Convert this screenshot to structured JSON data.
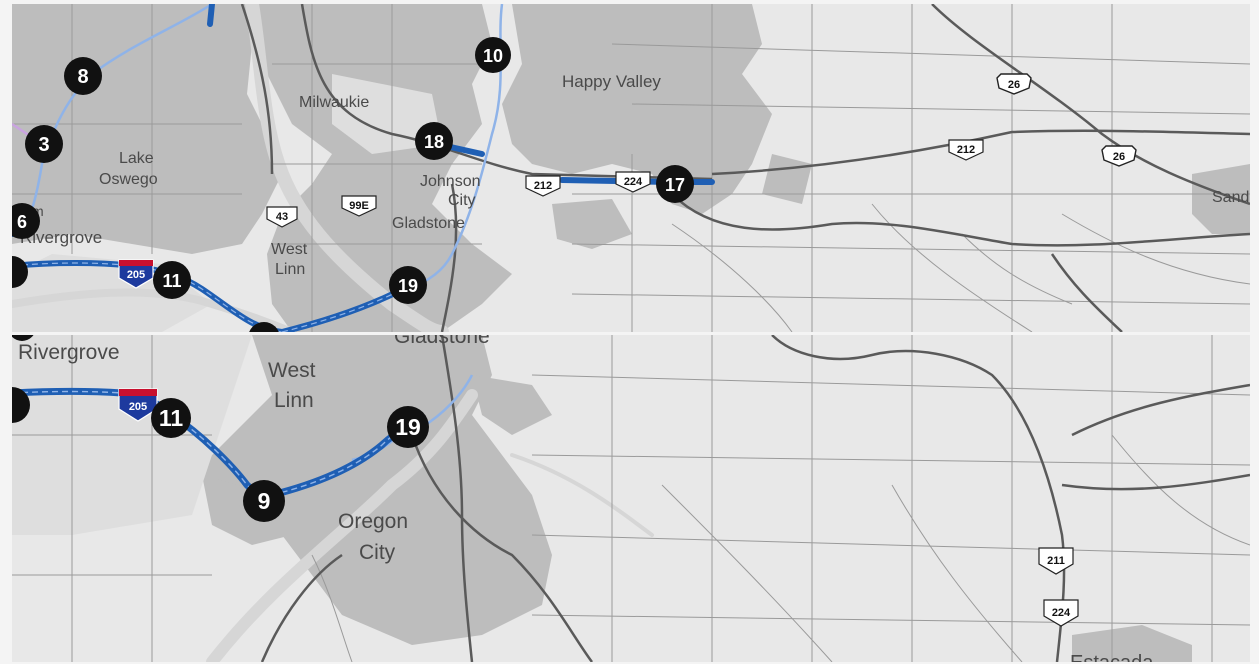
{
  "top_panel": {
    "places": [
      {
        "id": "happy-valley",
        "label": "Happy Valley"
      },
      {
        "id": "milwaukie",
        "label": "Milwaukie"
      },
      {
        "id": "lake",
        "label": "Lake"
      },
      {
        "id": "oswego",
        "label": "Oswego"
      },
      {
        "id": "johnson",
        "label": "Johnson"
      },
      {
        "id": "city-jc",
        "label": "City"
      },
      {
        "id": "gladstone",
        "label": "Gladstone"
      },
      {
        "id": "west",
        "label": "West"
      },
      {
        "id": "linn",
        "label": "Linn"
      },
      {
        "id": "rivergrove",
        "label": "Rivergrove"
      },
      {
        "id": "sand",
        "label": "Sand"
      },
      {
        "id": "m-partial",
        "label": "m"
      }
    ],
    "markers": [
      {
        "id": "8",
        "label": "8"
      },
      {
        "id": "10",
        "label": "10"
      },
      {
        "id": "3",
        "label": "3"
      },
      {
        "id": "18",
        "label": "18"
      },
      {
        "id": "17",
        "label": "17"
      },
      {
        "id": "6",
        "label": "6"
      },
      {
        "id": "11",
        "label": "11"
      },
      {
        "id": "19",
        "label": "19"
      }
    ],
    "shields": [
      {
        "id": "us-26-a",
        "label": "26",
        "kind": "us"
      },
      {
        "id": "us-26-b",
        "label": "26",
        "kind": "us"
      },
      {
        "id": "or-212-a",
        "label": "212",
        "kind": "state"
      },
      {
        "id": "or-212-b",
        "label": "212",
        "kind": "state"
      },
      {
        "id": "or-224",
        "label": "224",
        "kind": "state"
      },
      {
        "id": "or-99e",
        "label": "99E",
        "kind": "state"
      },
      {
        "id": "or-43",
        "label": "43",
        "kind": "state"
      },
      {
        "id": "i-205",
        "label": "205",
        "kind": "interstate"
      }
    ]
  },
  "bottom_panel": {
    "places": [
      {
        "id": "rivergrove",
        "label": "Rivergrove"
      },
      {
        "id": "west",
        "label": "West"
      },
      {
        "id": "linn",
        "label": "Linn"
      },
      {
        "id": "oregon",
        "label": "Oregon"
      },
      {
        "id": "city-oc",
        "label": "City"
      },
      {
        "id": "gladstone-partial",
        "label": "Gladstone"
      },
      {
        "id": "estacada-partial",
        "label": "Estacada"
      }
    ],
    "markers": [
      {
        "id": "11",
        "label": "11"
      },
      {
        "id": "19",
        "label": "19"
      },
      {
        "id": "9",
        "label": "9"
      }
    ],
    "shields": [
      {
        "id": "i-205",
        "label": "205",
        "kind": "interstate"
      },
      {
        "id": "or-211",
        "label": "211",
        "kind": "state"
      },
      {
        "id": "or-224",
        "label": "224",
        "kind": "state"
      }
    ]
  },
  "colors": {
    "urban": "#bdbdbd",
    "land": "#ebebeb",
    "road": "#5a5a5a",
    "minor_road": "#9a9a9a",
    "highlight": "#1f5fb4",
    "light_blue": "#8fb3e8",
    "marker": "#111111",
    "interstate_blue": "#1d3a9e",
    "interstate_red": "#c8102e"
  }
}
